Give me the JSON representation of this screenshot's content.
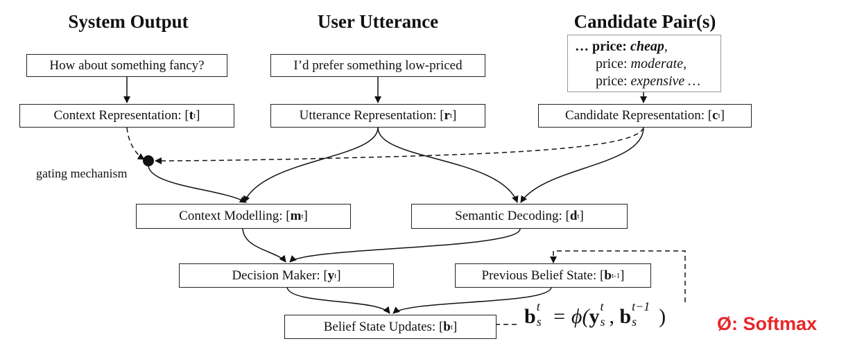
{
  "headers": {
    "system": "System Output",
    "user": "User Utterance",
    "candidate": "Candidate Pair(s)"
  },
  "inputs": {
    "system": "How about something fancy?",
    "user": "I’d prefer something low-priced",
    "candidate_lines": [
      "… price: cheap,",
      "price: moderate,",
      "price: expensive …"
    ]
  },
  "representations": {
    "context": {
      "text": "Context Representation: [",
      "symbol": "t",
      "sub": "t"
    },
    "utterance": {
      "text": "Utterance Representation: [",
      "symbol": "r",
      "sub": "t"
    },
    "candidate": {
      "text": "Candidate Representation: [",
      "symbol": "c",
      "sub": "t"
    }
  },
  "gating_label": "gating mechanism",
  "modules": {
    "context_modelling": {
      "text": "Context Modelling: [",
      "symbol": "m",
      "sub": "t"
    },
    "semantic_decoding": {
      "text": "Semantic Decoding: [",
      "symbol": "d",
      "sub": "t"
    },
    "decision_maker": {
      "text": "Decision Maker: [",
      "symbol": "y",
      "sub": "t"
    },
    "previous_belief": {
      "text": "Previous Belief State: [",
      "symbol": "b",
      "sub": "t-1"
    },
    "belief_updates": {
      "text": "Belief State Updates: [",
      "symbol": "b",
      "sub": "t"
    }
  },
  "formula": {
    "lhs": "b",
    "lhs_sub": "s",
    "lhs_sup": "t",
    "eq": " = ϕ(",
    "y": "y",
    "y_sub": "s",
    "y_sup": "t",
    "comma": ", ",
    "b": "b",
    "b_sub": "s",
    "b_sup": "t−1",
    "close": ")"
  },
  "softmax_note": "Ø: Softmax"
}
